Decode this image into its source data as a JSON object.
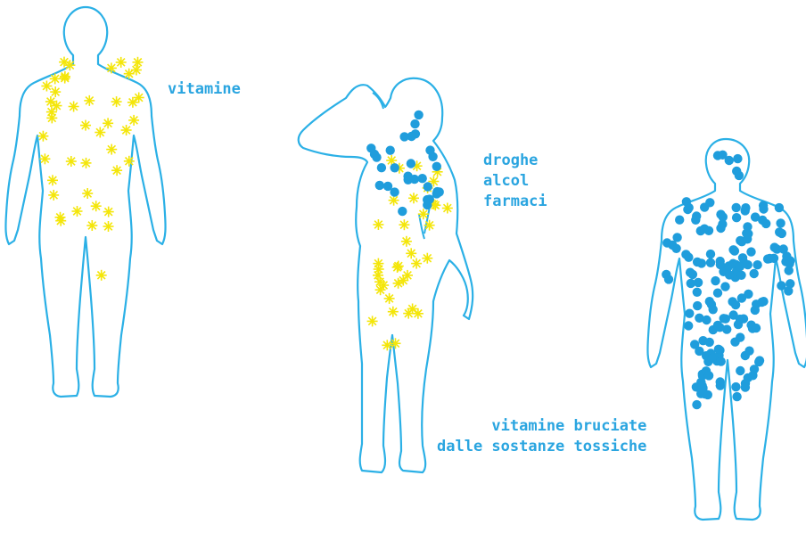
{
  "colors": {
    "outline": "#2bb0e6",
    "text": "#2aa5e0",
    "vitamin": "#f4e60a",
    "toxin": "#1f9ddc",
    "background": "#ffffff"
  },
  "labels": {
    "vitamins": "vitamine",
    "substances": [
      "droghe",
      "alcol",
      "farmaci"
    ],
    "burnt": [
      "vitamine bruciate",
      "dalle sostanze tossiche"
    ]
  },
  "figures": {
    "healthy": {
      "marker": "star-burst-icon",
      "star_count": 44
    },
    "intoxicated": {
      "marker": "mixed",
      "star_count": 38,
      "dot_count": 30
    },
    "depleted": {
      "marker": "circle-dot-icon",
      "dot_count": 165
    }
  }
}
